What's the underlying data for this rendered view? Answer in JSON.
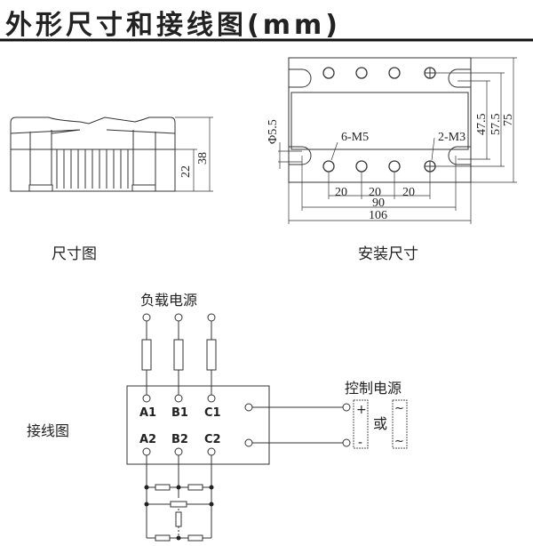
{
  "title": "外形尺寸和接线图(mm)",
  "side_view": {
    "caption": "尺寸图",
    "dims": [
      "22",
      "38"
    ]
  },
  "mount_view": {
    "caption": "安装尺寸",
    "dims": {
      "phi": "Φ5.5",
      "screws": "6-M5",
      "ctrl_screws": "2-M3",
      "pitch": [
        "20",
        "20",
        "20"
      ],
      "hole_span": "90",
      "width": "106",
      "h1": "47.5",
      "h2": "57.5",
      "h3": "75"
    }
  },
  "wiring": {
    "caption": "接线图",
    "load_power": "负载电源",
    "control_power": "控制电源",
    "or": "或",
    "terminals_top": [
      "A1",
      "B1",
      "C1"
    ],
    "terminals_bottom": [
      "A2",
      "B2",
      "C2"
    ],
    "plus": "+",
    "minus": "-",
    "ac1": "~",
    "ac2": "~"
  }
}
